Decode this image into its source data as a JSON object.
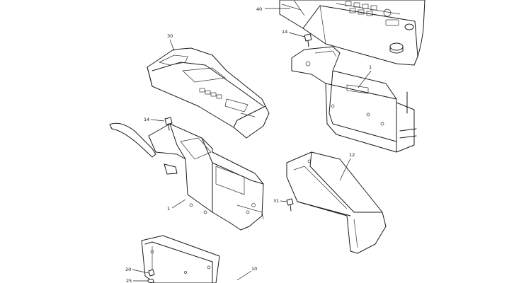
{
  "diagram": {
    "callouts": {
      "c40": "40",
      "c14_top": "14",
      "c1_top": "1",
      "c30": "30",
      "c14_left": "14",
      "c12": "12",
      "c31": "31",
      "c1_left": "1",
      "c20": "20",
      "c10": "10",
      "c25": "25"
    }
  }
}
